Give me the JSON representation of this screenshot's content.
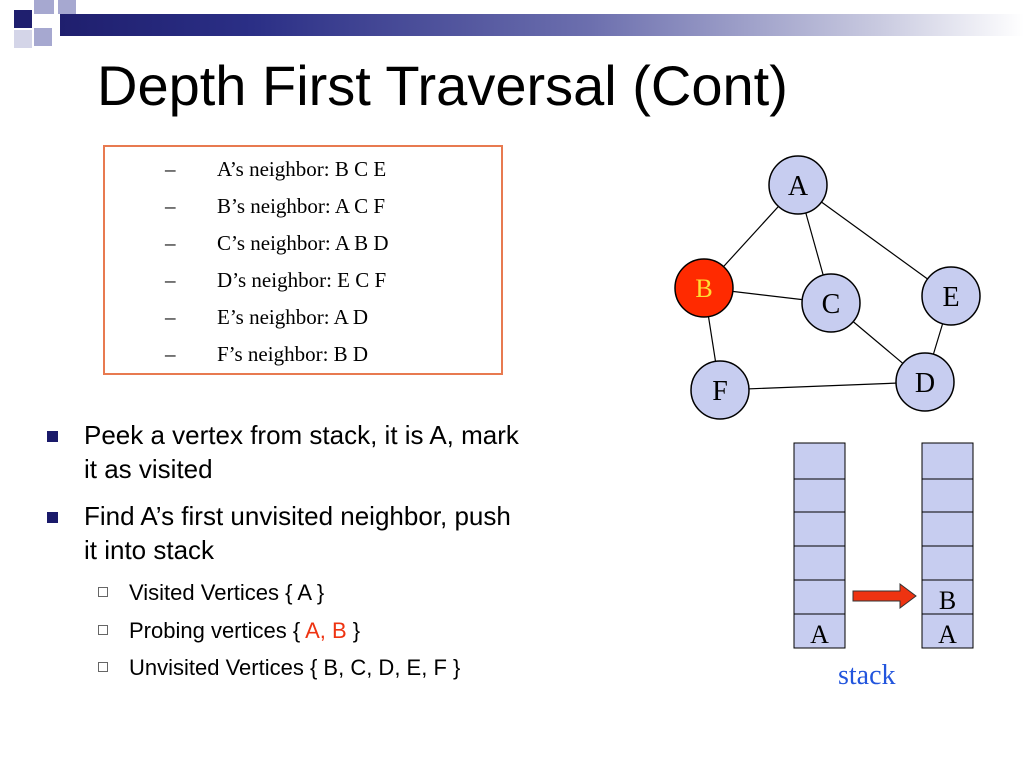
{
  "slide": {
    "title": "Depth First Traversal (Cont)"
  },
  "neighbors": [
    {
      "dash": "–",
      "text": "A’s neighbor: B C E"
    },
    {
      "dash": "–",
      "text": "B’s neighbor: A C F"
    },
    {
      "dash": "–",
      "text": "C’s neighbor: A B D"
    },
    {
      "dash": "–",
      "text": "D’s neighbor: E C F"
    },
    {
      "dash": "–",
      "text": "E’s neighbor: A D"
    },
    {
      "dash": "–",
      "text": "F’s neighbor: B D"
    }
  ],
  "bullets": {
    "b1_line1": "Peek a vertex from stack, it is A, mark",
    "b1_line2": "it as visited",
    "b2_line1": "Find A’s first unvisited neighbor, push",
    "b2_line2": "it into stack",
    "visited": "Visited Vertices  { A }",
    "probing_prefix": "Probing vertices { ",
    "probing_highlight": "A, B",
    "probing_suffix": " }",
    "unvisited": "Unvisited Vertices { B, C, D, E, F }"
  },
  "graph": {
    "nodes": {
      "A": {
        "label": "A",
        "color": "#c7cdf0"
      },
      "B": {
        "label": "B",
        "color": "#ff2a00",
        "text_color": "#ffdd33"
      },
      "C": {
        "label": "C",
        "color": "#c7cdf0"
      },
      "D": {
        "label": "D",
        "color": "#c7cdf0"
      },
      "E": {
        "label": "E",
        "color": "#c7cdf0"
      },
      "F": {
        "label": "F",
        "color": "#c7cdf0"
      }
    }
  },
  "stacks": {
    "before": [
      "A"
    ],
    "after": [
      "A",
      "B"
    ],
    "caption": "stack"
  },
  "colors": {
    "accent_red": "#ee3311",
    "stack_fill": "#c7cdf0",
    "arrow": "#ee3311",
    "caption": "#2255dd",
    "title_bar": "#1f1f6e"
  }
}
